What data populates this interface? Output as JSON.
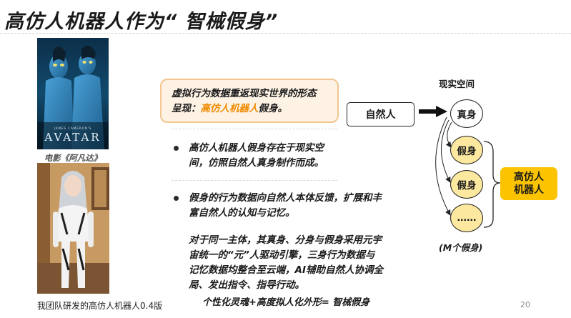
{
  "title": "高仿人机器人作为“ 智械假身”",
  "left": {
    "avatar_caption": "电影《阿凡达》",
    "robot_caption": "我团队研发的高仿人机器人0.4版",
    "poster_text": "AVATAR",
    "poster_small": "JAMES CAMERON'S"
  },
  "intro": {
    "line1": "虚拟行为数据重返现实世界的形态",
    "line2_prefix": "呈现：",
    "line2_highlight": "高仿人机器人",
    "line2_suffix": "假身。"
  },
  "bullets": [
    {
      "lines": [
        "高仿人机器人假身存在于现实空",
        "间，仿照自然人真身制作而成。"
      ]
    },
    {
      "lines": [
        "假身的行为数据向自然人本体反馈，扩展和丰",
        "富自然人的认知与记忆。",
        "",
        "对于同一主体，其真身、分身与假身采用元宇",
        "宙统一的“元”人驱动引擎，三身行为数据与",
        "记忆数据均整合至云端，AI辅助自然人协调全",
        "局、发出指令、指导行动。"
      ]
    }
  ],
  "bottom_text": "个性化灵魂+高度拟人化外形= 智械假身",
  "diagram": {
    "space_label": "现实空间",
    "natural_person": "自然人",
    "nodes": [
      "真身",
      "假身",
      "假身",
      "……"
    ],
    "robot_box": [
      "高仿人",
      "机器人"
    ],
    "count_label": "(M个假身)"
  },
  "colors": {
    "highlight": "#f08a00",
    "intro_bg": "#fdf2e4",
    "intro_border": "#f3c58f",
    "node_yellow": "#fde8a0",
    "robot_box": "#fcc400"
  },
  "page_number": "20"
}
